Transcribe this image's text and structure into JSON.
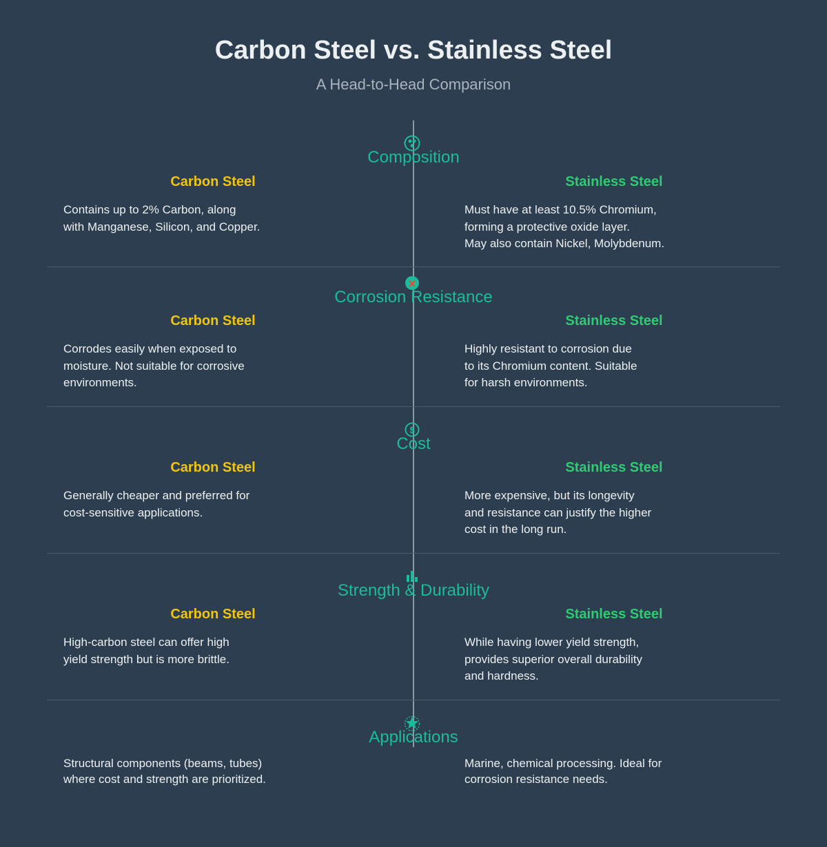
{
  "header": {
    "title": "Carbon Steel vs. Stainless Steel",
    "subtitle": "A Head-to-Head Comparison"
  },
  "colors": {
    "background": "#2c3e50",
    "accent": "#1abc9c",
    "carbon": "#f1c40f",
    "stainless": "#2ecc71"
  },
  "sections": [
    {
      "title": "Composition",
      "icon": "atom-icon",
      "left_heading": "Carbon Steel",
      "right_heading": "Stainless Steel",
      "left_text": "Contains up to 2% Carbon, along\nwith Manganese, Silicon, and Copper.",
      "right_text": "Must have at least 10.5% Chromium,\nforming a protective oxide layer.\nMay also contain Nickel, Molybdenum."
    },
    {
      "title": "Corrosion Resistance",
      "icon": "corrosion-x-icon",
      "left_heading": "Carbon Steel",
      "right_heading": "Stainless Steel",
      "left_text": "Corrodes easily when exposed to\nmoisture. Not suitable for corrosive\nenvironments.",
      "right_text": "Highly resistant to corrosion due\nto its Chromium content. Suitable\nfor harsh environments."
    },
    {
      "title": "Cost",
      "icon": "dollar-icon",
      "left_heading": "Carbon Steel",
      "right_heading": "Stainless Steel",
      "left_text": "Generally cheaper and preferred for\ncost-sensitive applications.",
      "right_text": "More expensive, but its longevity\nand resistance can justify the higher\ncost in the long run."
    },
    {
      "title": "Strength & Durability",
      "icon": "bar-chart-icon",
      "left_heading": "Carbon Steel",
      "right_heading": "Stainless Steel",
      "left_text": "High-carbon steel can offer high\nyield strength but is more brittle.",
      "right_text": "While having lower yield strength,\nprovides superior overall durability\nand hardness."
    },
    {
      "title": "Applications",
      "icon": "star-icon",
      "left_text": "Structural components (beams, tubes)\nwhere cost and strength are prioritized.",
      "right_text": "Marine, chemical processing. Ideal for\ncorrosion resistance needs."
    }
  ]
}
